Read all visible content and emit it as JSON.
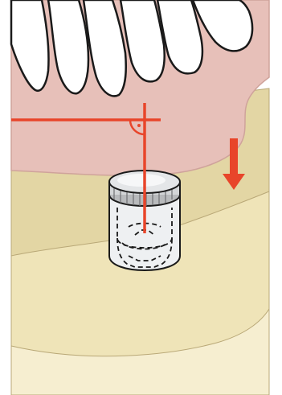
{
  "figure": {
    "colors": {
      "background": "#ffffff",
      "bone_dark": "#e3d6a4",
      "bone_light": "#f5ecca",
      "gum": "#e7c0b9",
      "gum_outline": "#d9a8a0",
      "tooth": "#ffffff",
      "outline": "#1a1a1a",
      "guide_line": "#e8452a",
      "arrow": "#e8452a",
      "implant_glass": "#eef0f2",
      "implant_cap": "#c9cbcd"
    },
    "elements": {
      "maxilla": "upper-jaw-with-teeth",
      "implant": "implant-cylinder",
      "guide": "perpendicular-guide",
      "right_angle": "right-angle-marker",
      "direction_arrow": "down-arrow"
    }
  }
}
